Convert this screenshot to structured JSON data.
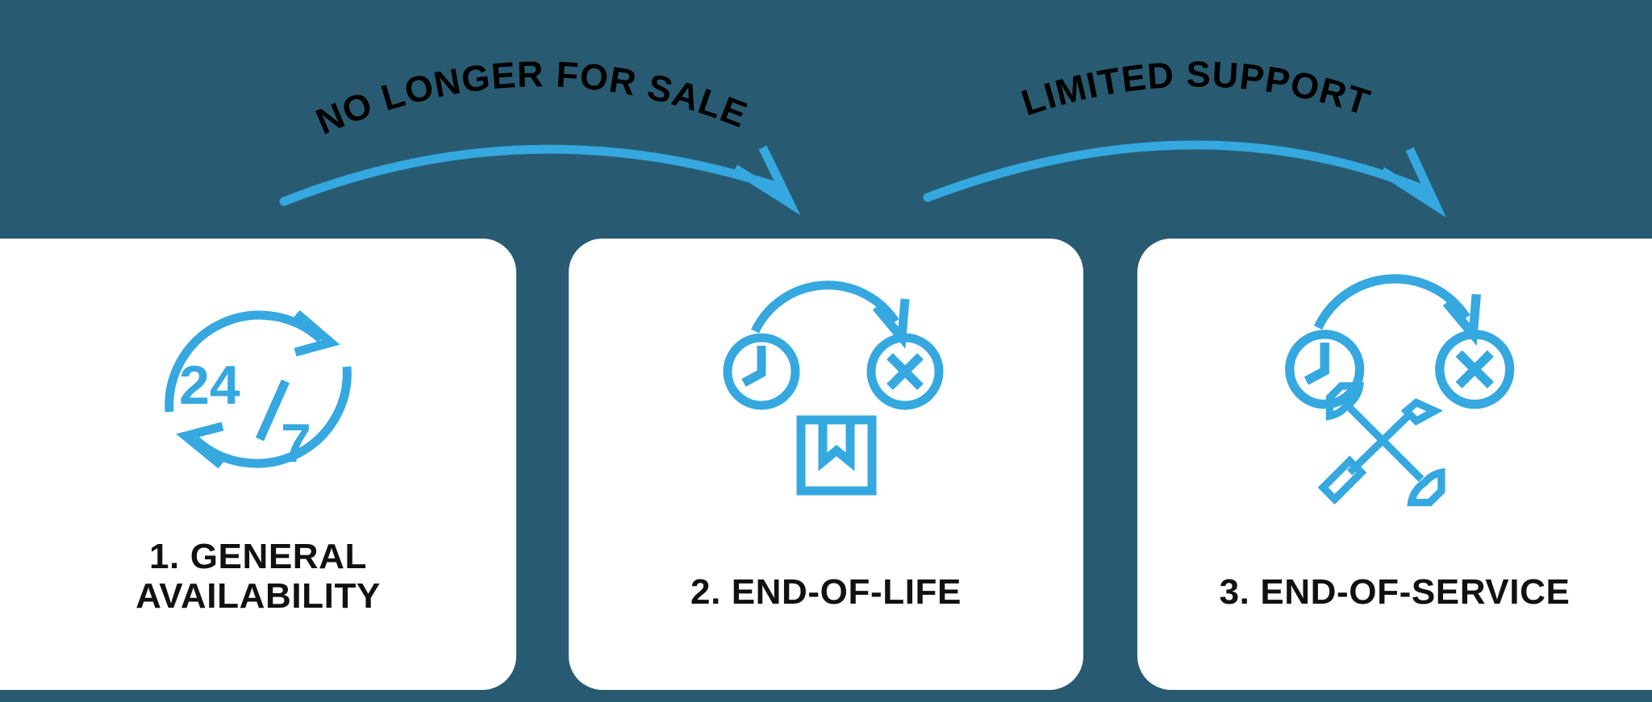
{
  "colors": {
    "background": "#285B71",
    "card": "#FFFFFF",
    "accent_blue": "#35A8E0",
    "label_text": "#111111",
    "arc_label_text": "#000000"
  },
  "arcs": [
    {
      "id": "arc-no-longer-for-sale",
      "label": "NO LONGER FOR SALE",
      "from": "1. GENERAL AVAILABILITY",
      "to": "2. END-OF-LIFE"
    },
    {
      "id": "arc-limited-support",
      "label": "LIMITED SUPPORT",
      "from": "2. END-OF-LIFE",
      "to": "3. END-OF-SERVICE"
    }
  ],
  "cards": [
    {
      "number": "1",
      "label": "1. GENERAL\nAVAILABILITY",
      "label_line_1": "1. GENERAL",
      "label_line_2": "AVAILABILITY",
      "icon": "24-7-circular-arrows-icon",
      "icon_text": "24/7"
    },
    {
      "number": "2",
      "label": "2. END-OF-LIFE",
      "label_line_1": "2. END-OF-LIFE",
      "label_line_2": "",
      "icon": "clock-to-x-with-package-box-icon",
      "icon_text": ""
    },
    {
      "number": "3",
      "label": "3. END-OF-SERVICE",
      "label_line_1": "3. END-OF-SERVICE",
      "label_line_2": "",
      "icon": "clock-to-x-with-wrench-screwdriver-icon",
      "icon_text": ""
    }
  ]
}
